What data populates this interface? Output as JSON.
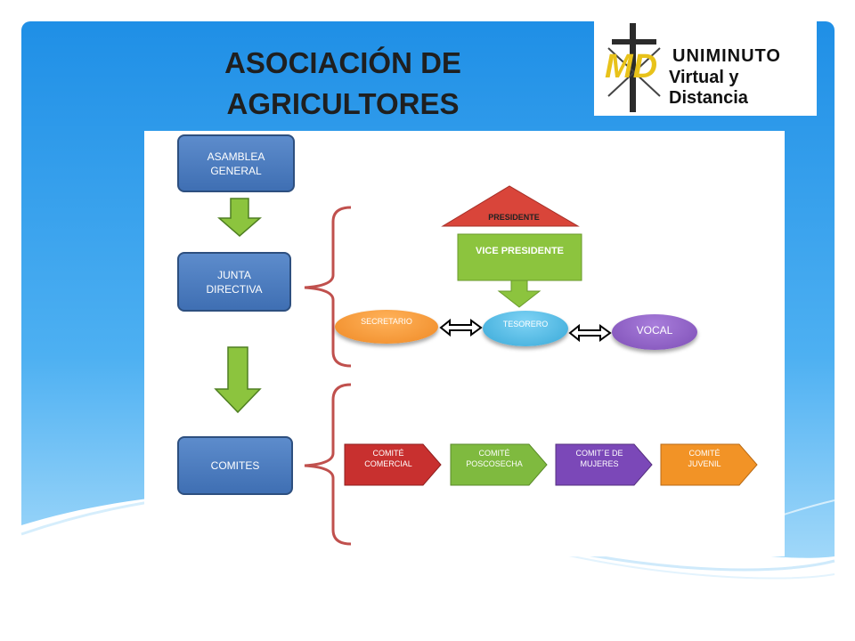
{
  "title": {
    "line1": "ASOCIACIÓN DE",
    "line2": "AGRICULTORES"
  },
  "logo": {
    "monogram": "MD",
    "brand": "UNIMINUTO",
    "subtitle": "Virtual y Distancia"
  },
  "diagram": {
    "levels": [
      {
        "label": "ASAMBLEA GENERAL"
      },
      {
        "label": "JUNTA DIRECTIVA"
      },
      {
        "label": "COMITES"
      }
    ],
    "junta": {
      "presidente": "PRESIDENTE",
      "vicepresidente": "VICE PRESIDENTE",
      "secretario": "SECRETARIO",
      "tesorero": "TESORERO",
      "vocal": "VOCAL"
    },
    "comites": [
      {
        "line1": "COMITÉ",
        "line2": "COMERCIAL",
        "color": "#c8302f"
      },
      {
        "line1": "COMITÉ",
        "line2": "POSCOSECHA",
        "color": "#7fba3f"
      },
      {
        "line1": "COMIT´E DE",
        "line2": "MUJERES",
        "color": "#7b48b8"
      },
      {
        "line1": "COMITÉ",
        "line2": "JUVENIL",
        "color": "#f29326"
      }
    ],
    "colors": {
      "box": "#4a7bbf",
      "arrow": "#8cc43e",
      "bracket": "#c0504d",
      "presidente": "#d9453a",
      "vicepresidente": "#8cc43e",
      "secretario": "#ef8a26",
      "tesorero": "#39a9d8",
      "vocal": "#7e4fb6"
    }
  }
}
